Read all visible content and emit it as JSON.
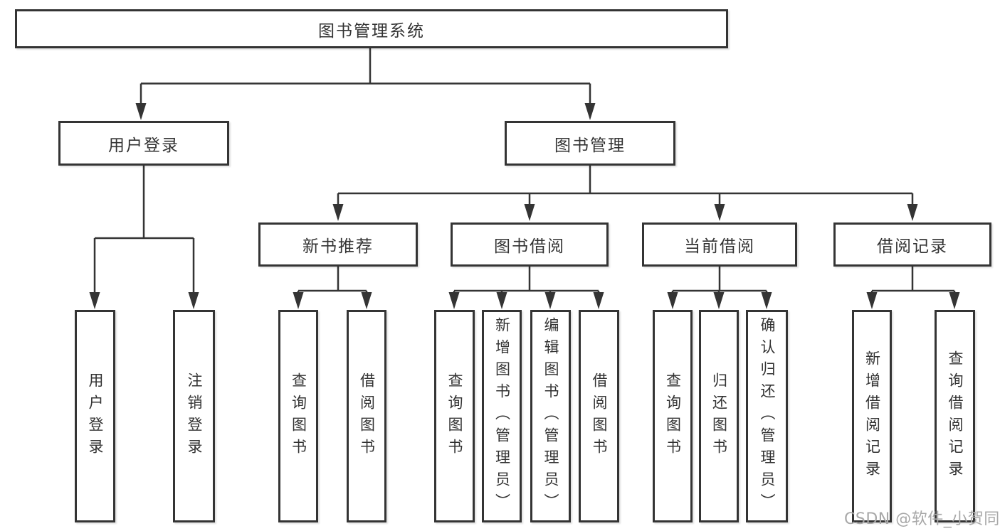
{
  "tree": {
    "label": "图书管理系统",
    "children": [
      {
        "label": "用户登录",
        "children": [
          {
            "label": "用户登录"
          },
          {
            "label": "注销登录"
          }
        ]
      },
      {
        "label": "图书管理",
        "children": [
          {
            "label": "新书推荐",
            "children": [
              {
                "label": "查询图书"
              },
              {
                "label": "借阅图书"
              }
            ]
          },
          {
            "label": "图书借阅",
            "children": [
              {
                "label": "查询图书"
              },
              {
                "label": "新增图书（管理员）"
              },
              {
                "label": "编辑图书（管理员）"
              },
              {
                "label": "借阅图书"
              }
            ]
          },
          {
            "label": "当前借阅",
            "children": [
              {
                "label": "查询图书"
              },
              {
                "label": "归还图书"
              },
              {
                "label": "确认归还（管理员）"
              }
            ]
          },
          {
            "label": "借阅记录",
            "children": [
              {
                "label": "新增借阅记录"
              },
              {
                "label": "查询借阅记录"
              }
            ]
          }
        ]
      }
    ]
  },
  "watermark": "CSDN @软件_小贺同学",
  "colors": {
    "line": "#343434",
    "text": "#333333",
    "watermark": "#a8a8a8",
    "background": "#ffffff"
  }
}
